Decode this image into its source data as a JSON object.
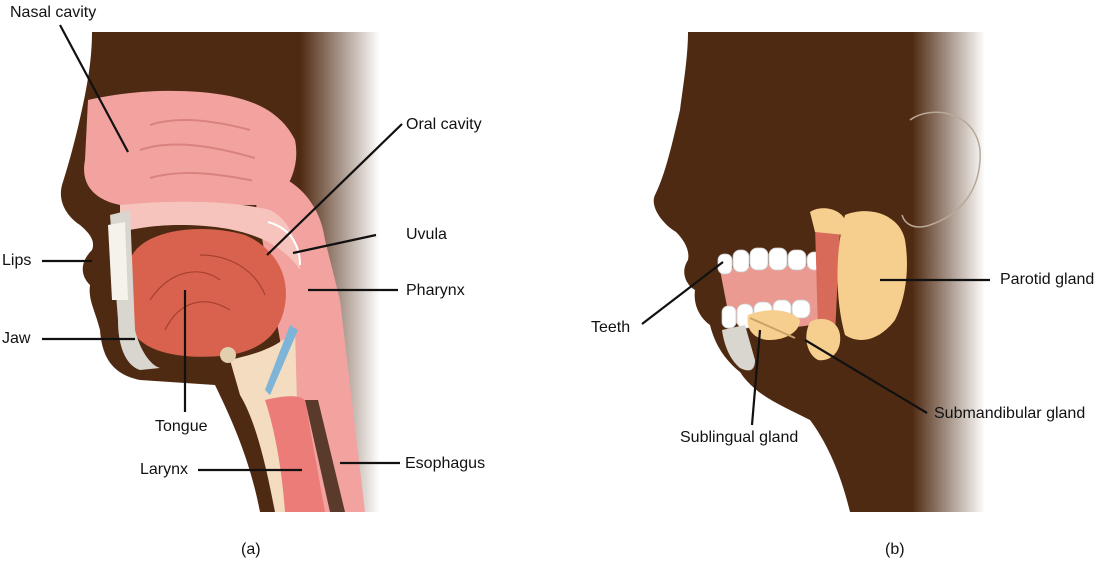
{
  "panel_a": {
    "caption": "(a)",
    "labels": {
      "nasal_cavity": "Nasal cavity",
      "oral_cavity": "Oral cavity",
      "uvula": "Uvula",
      "pharynx": "Pharynx",
      "lips": "Lips",
      "jaw": "Jaw",
      "tongue": "Tongue",
      "larynx": "Larynx",
      "esophagus": "Esophagus"
    }
  },
  "panel_b": {
    "caption": "(b)",
    "labels": {
      "teeth": "Teeth",
      "parotid_gland": "Parotid gland",
      "submandibular_gland": "Submandibular gland",
      "sublingual_gland": "Sublingual gland"
    }
  },
  "colors": {
    "skin": "#4f2a12",
    "tissue_pink": "#f2a3a0",
    "tongue": "#d9624f",
    "bone": "#d9d6cf",
    "gland": "#f6cf8f",
    "cartilage": "#f3dcc0",
    "line": "#111111"
  }
}
